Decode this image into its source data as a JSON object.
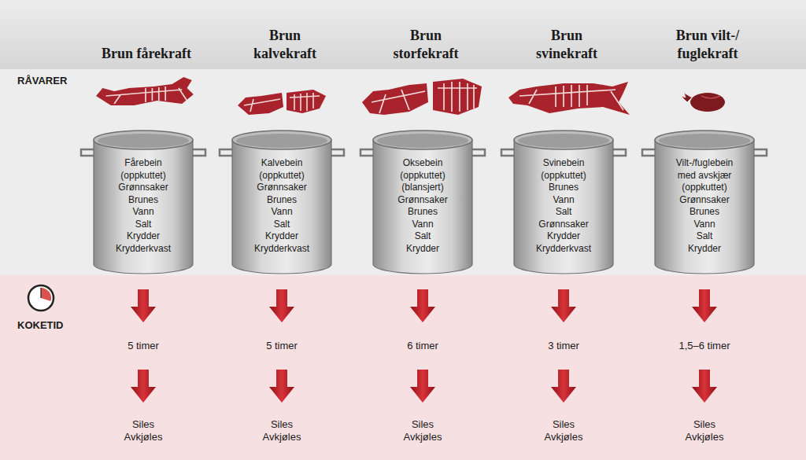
{
  "diagram": {
    "nodes": [
      {
        "text": [
          "Fårebein (oppkuttet)",
          "Grønnsaker",
          "Brunes",
          "Vann",
          "Salt",
          "Krydder",
          "Krydderkvast"
        ]
      },
      {
        "text": [
          "Kalvebein (oppkuttet)",
          "Grønnsaker",
          "Brunes",
          "Vann",
          "Salt",
          "Krydder",
          "Krydderkvast"
        ]
      },
      {
        "text": [
          "Oksebein (oppkuttet) (blansjert)",
          "Grønnsaker",
          "Brunes",
          "Vann",
          "Salt",
          "Krydder"
        ]
      },
      {
        "text": [
          "Svinebein (oppkuttet)",
          "Brunes",
          "Vann",
          "Salt",
          "Grønnsaker",
          "Krydder",
          "Krydderkvast"
        ]
      },
      {
        "text": [
          "Vilt-/fuglebein med avskjær (oppkuttet)",
          "Grønnsaker",
          "Brunes",
          "Vann",
          "Salt",
          "Krydder"
        ]
      }
    ],
    "labels": [
      "Brun fårekraft",
      "Brun kalvekraft",
      "Brun storfekraft",
      "Brun svinekraft",
      "Brun vilt-/ fuglekraft",
      "RÅVARER",
      "KOKETID",
      "5 timer",
      "5 timer",
      "6 timer",
      "3 timer",
      "1,5–6 timer",
      "Siles Avkjøles",
      "Siles Avkjøles",
      "Siles Avkjøles",
      "Siles Avkjøles",
      "Siles Avkjøles"
    ]
  }
}
